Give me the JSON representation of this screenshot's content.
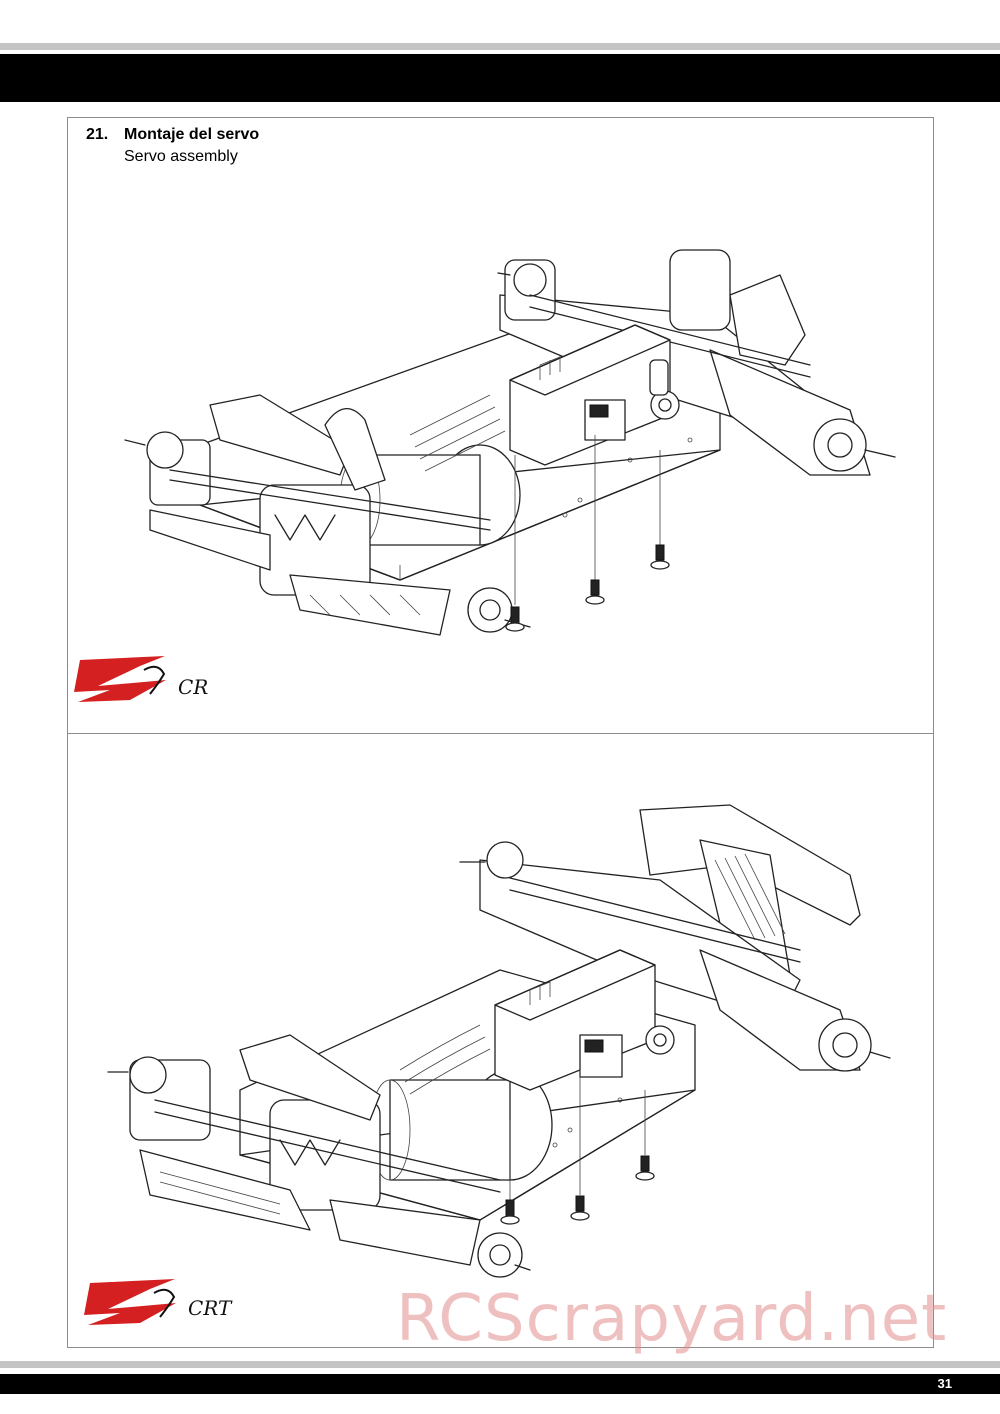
{
  "header": {
    "title": ""
  },
  "step": {
    "number": "21.",
    "title_es": "Montaje del servo",
    "title_en": "Servo assembly"
  },
  "panels": [
    {
      "logo_mark": "Z18",
      "logo_suffix": "CR"
    },
    {
      "logo_mark": "Z18",
      "logo_suffix": "CRT"
    }
  ],
  "watermark": "RCScrapyard.net",
  "footer": {
    "page_number": "31"
  },
  "colors": {
    "bar": "#000000",
    "rule": "#c4c4c4",
    "logo_red": "#d42020",
    "watermark": "#e28c8c"
  }
}
